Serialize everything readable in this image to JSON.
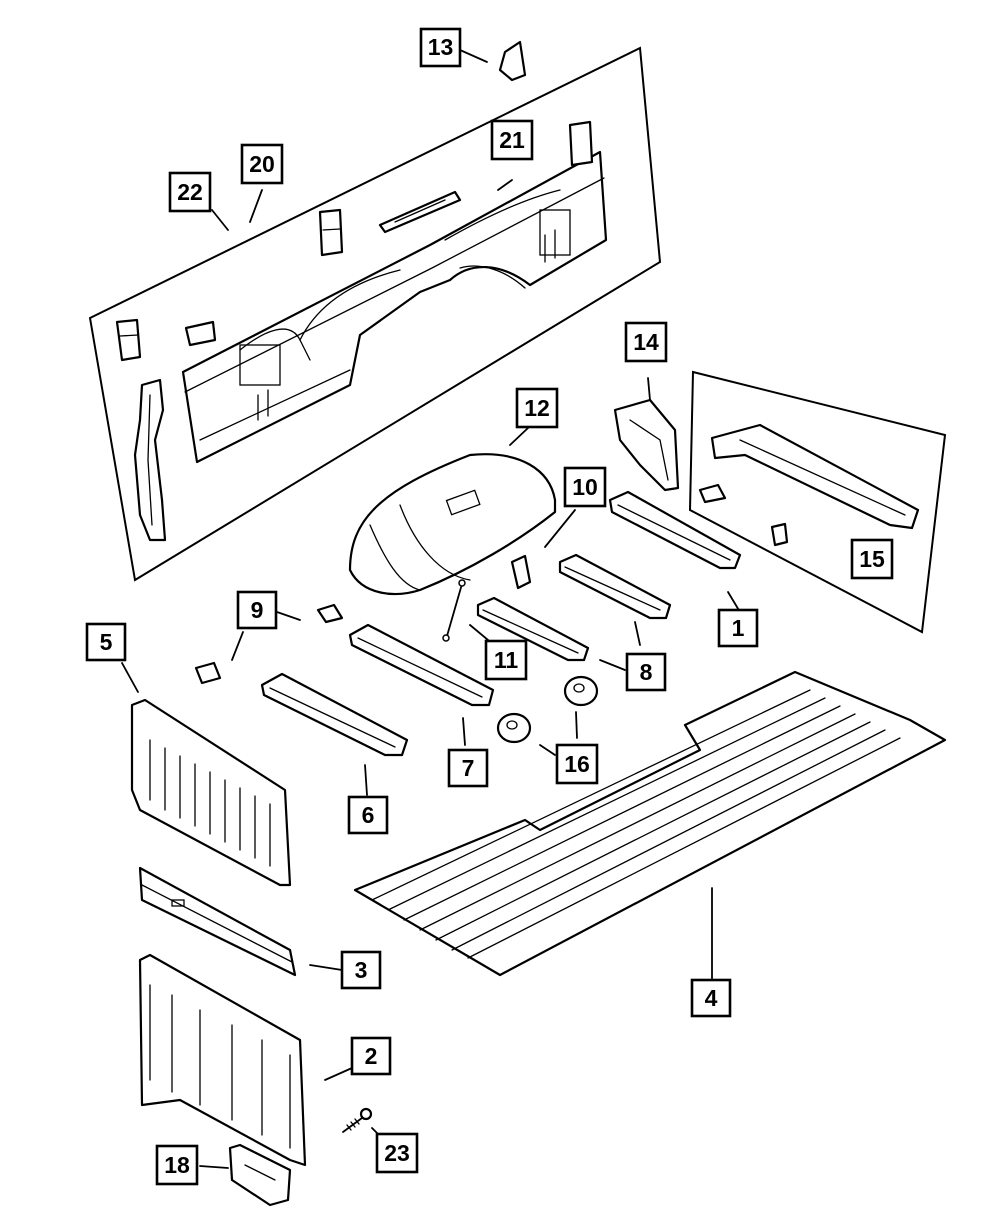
{
  "callouts": {
    "c1": "1",
    "c2": "2",
    "c3": "3",
    "c4": "4",
    "c5": "5",
    "c6": "6",
    "c7": "7",
    "c8": "8",
    "c9": "9",
    "c10": "10",
    "c11": "11",
    "c12": "12",
    "c13": "13",
    "c14": "14",
    "c15": "15",
    "c16": "16",
    "c18": "18",
    "c20": "20",
    "c21": "21",
    "c22": "22",
    "c23": "23"
  }
}
